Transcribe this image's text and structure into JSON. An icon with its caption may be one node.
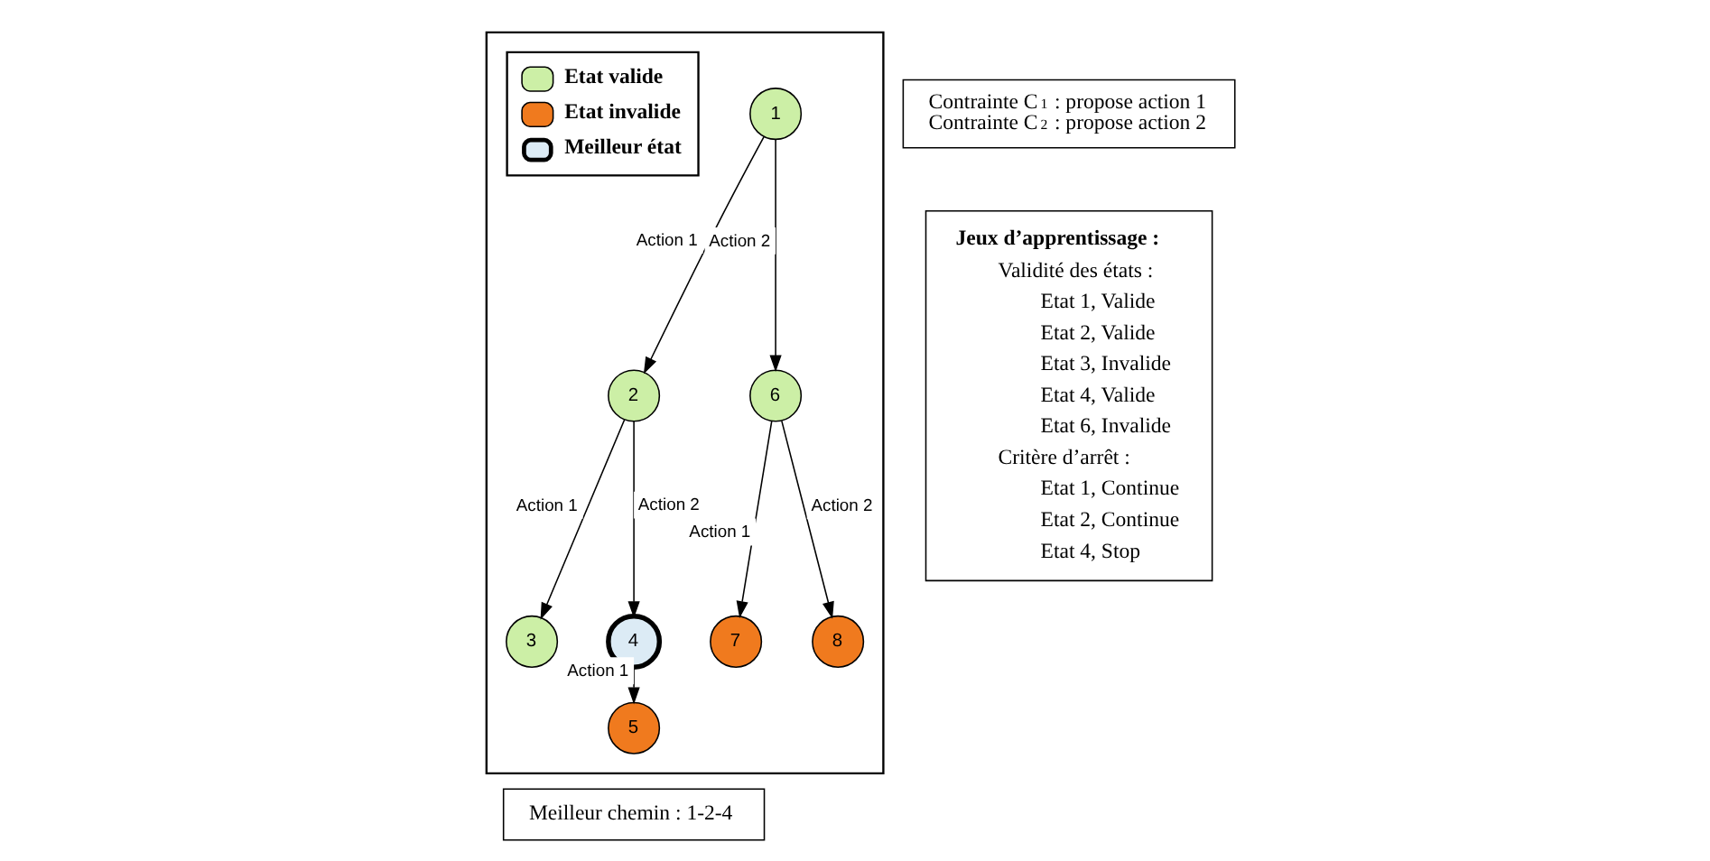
{
  "diagram": {
    "nodes": [
      {
        "text": [],
        "shape": "box"
      },
      {
        "text": [
          "1"
        ],
        "in": 0
      },
      {
        "text": [
          "2"
        ],
        "in": 0
      },
      {
        "text": [
          "3"
        ],
        "in": 0
      },
      {
        "text": [
          "4"
        ],
        "in": 0
      },
      {
        "text": [
          "5"
        ],
        "in": 0
      },
      {
        "text": [
          "6"
        ],
        "in": 0
      },
      {
        "text": [
          "7"
        ],
        "in": 0
      },
      {
        "text": [
          "8"
        ],
        "in": 0
      },
      {
        "text": [
          "Contrainte C$_{1}$ : propose action 1",
          "Contrainte C$_{2}$ : propose action 2"
        ]
      },
      {
        "text": [
          "Jeux d’apprentissage :",
          "Validité des états :",
          "Etat 1, Valide",
          "Etat 2, Valide",
          "Etat 3, Invalide",
          "Etat 4, Valide",
          "Etat 6, Invalide",
          "Critère d’arrêt :",
          "Etat 1, Continue",
          "Etat 2, Continue",
          "Etat 4, Stop"
        ]
      },
      {
        "text": [
          "Meilleur chemin : 1-2-4"
        ]
      }
    ],
    "edges": [
      {
        "from": 1,
        "to": 2,
        "arrow": "to",
        "label": "Action 1"
      },
      {
        "from": 1,
        "to": 6,
        "arrow": "to",
        "label": "Action 2"
      },
      {
        "from": 2,
        "to": 3,
        "arrow": "to",
        "label": "Action 1"
      },
      {
        "from": 2,
        "to": 4,
        "arrow": "to",
        "label": "Action 2"
      },
      {
        "from": 6,
        "to": 7,
        "arrow": "to",
        "label": "Action 1"
      },
      {
        "from": 6,
        "to": 8,
        "arrow": "to",
        "label": "Action 2"
      },
      {
        "from": 4,
        "to": 5,
        "arrow": "to",
        "label": "Action 1"
      }
    ],
    "legend": [
      {
        "text": "Etat valide",
        "color": "#ccefa6"
      },
      {
        "text": "Etat invalide",
        "color": "#f07a1e"
      },
      {
        "text": "Meilleur état",
        "color": "#dcebf5"
      }
    ]
  }
}
